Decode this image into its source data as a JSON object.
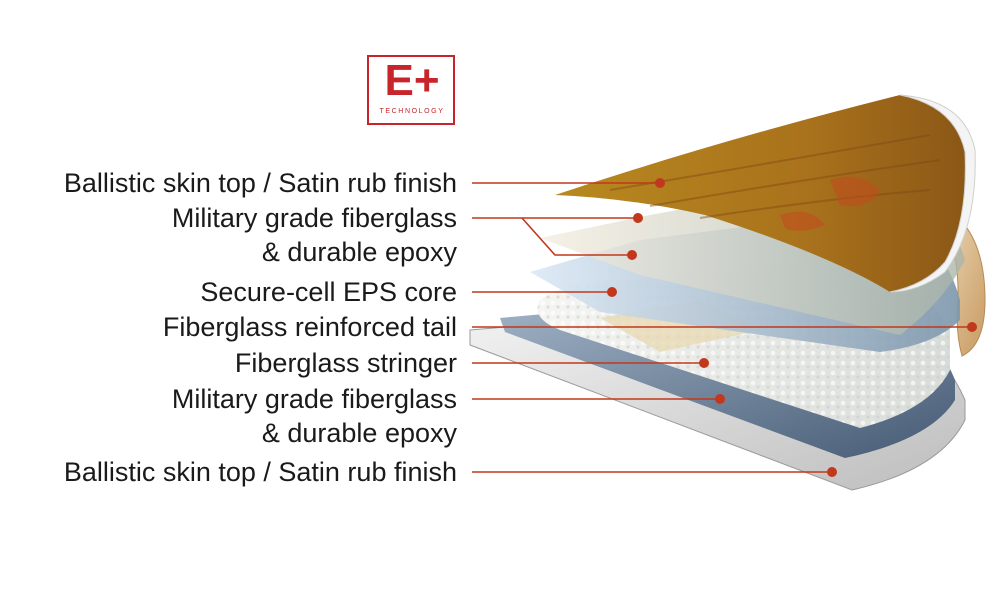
{
  "logo": {
    "mark": "E+",
    "subtitle": "TECHNOLOGY"
  },
  "layers": [
    {
      "id": "top-skin",
      "label": "Ballistic skin top / Satin rub finish"
    },
    {
      "id": "top-fiberglass",
      "label": "Military grade fiberglass\n& durable epoxy"
    },
    {
      "id": "eps-core",
      "label": "Secure-cell EPS core"
    },
    {
      "id": "reinforced-tail",
      "label": "Fiberglass reinforced tail"
    },
    {
      "id": "stringer",
      "label": "Fiberglass stringer"
    },
    {
      "id": "bottom-fiberglass",
      "label": "Military grade fiberglass\n& durable epoxy"
    },
    {
      "id": "bottom-skin",
      "label": "Ballistic skin top / Satin rub finish"
    }
  ],
  "colors": {
    "leader_line": "#c2381c",
    "logo": "#c8242b",
    "top_skin": "#a5751e",
    "fiberglass": "#e8dcc4",
    "eps_core": "#cfe0f0",
    "bottom_skin": "#6a7f98"
  }
}
